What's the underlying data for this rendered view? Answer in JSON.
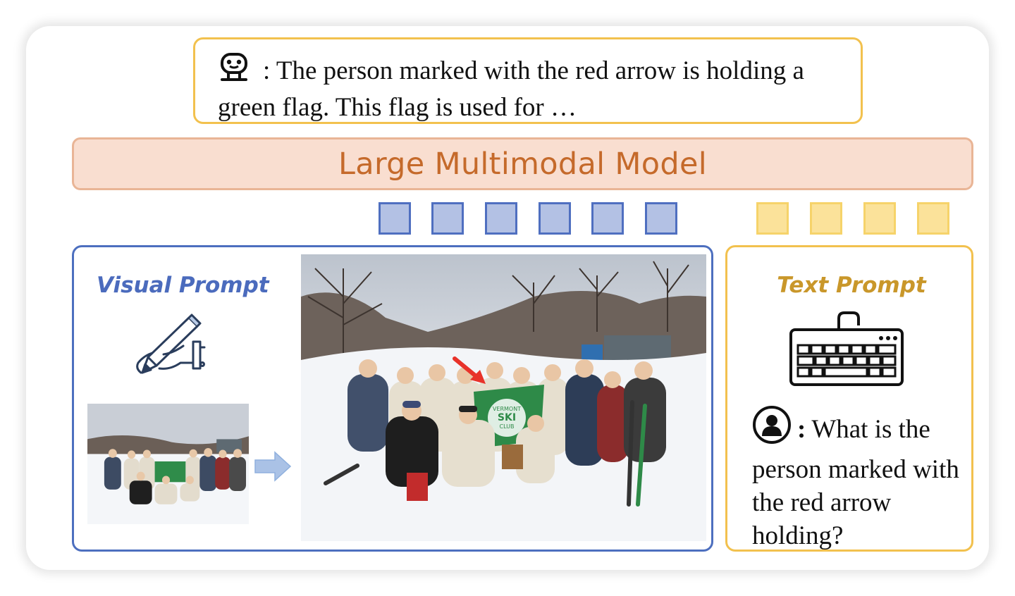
{
  "output": {
    "text": ": The person marked with the red arrow is holding a green flag. This flag is used for …"
  },
  "model": {
    "title": "Large Multimodal Model"
  },
  "visual_prompt": {
    "title": "Visual Prompt"
  },
  "text_prompt": {
    "title": "Text Prompt",
    "question": "What is the person marked with the red arrow holding?"
  },
  "photo": {
    "flag_text_1": "VERMONT",
    "flag_text_2": "SKI",
    "flag_text_3": "CLUB"
  },
  "colors": {
    "visual_accent": "#4d6fbf",
    "text_accent": "#f2c14e",
    "model_fill": "#f9ded0",
    "model_text": "#c56a2b",
    "red_arrow": "#e8322a"
  },
  "icons": [
    "robot-icon",
    "pencil-hand-icon",
    "arrow-right-icon",
    "keyboard-icon",
    "user-icon"
  ]
}
